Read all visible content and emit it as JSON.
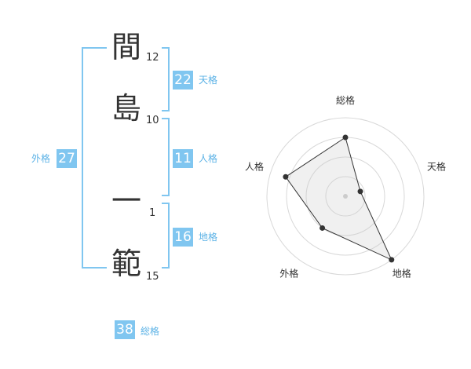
{
  "name_chars": [
    {
      "char": "間",
      "strokes": "12"
    },
    {
      "char": "島",
      "strokes": "10"
    },
    {
      "char": "一",
      "strokes": "1"
    },
    {
      "char": "範",
      "strokes": "15"
    }
  ],
  "fortunes": {
    "tenkaku": {
      "value": "22",
      "label": "天格"
    },
    "jinkaku": {
      "value": "11",
      "label": "人格"
    },
    "chikaku": {
      "value": "16",
      "label": "地格"
    },
    "gaikaku": {
      "value": "27",
      "label": "外格"
    },
    "soukaku": {
      "value": "38",
      "label": "総格"
    }
  },
  "colors": {
    "accent": "#80c6f0",
    "label_text": "#5bb2e6",
    "text": "#333333"
  },
  "chart_data": {
    "type": "radar",
    "axes": [
      "総格",
      "天格",
      "地格",
      "外格",
      "人格"
    ],
    "values": [
      0.75,
      0.2,
      1.0,
      0.5,
      0.8
    ],
    "rings": 4
  }
}
